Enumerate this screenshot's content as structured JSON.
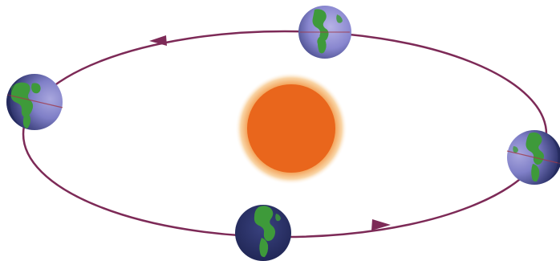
{
  "diagram": {
    "subject": "earth-orbit-around-sun",
    "colors": {
      "background": "#ffffff",
      "orbit": "#7d2a57",
      "sun_core": "#e8691d",
      "sun_glow": "#f7c98f",
      "ocean_dark": "#22285c",
      "ocean_light": "#7f7fc7",
      "land": "#3e9a3a",
      "axis": "#a03a4a"
    },
    "icons": {
      "sun": "sun-icon",
      "earth": "earth-globe-icon",
      "direction": "orbit-direction-arrow-icon"
    },
    "orbit_direction": "counter-clockwise",
    "earth_positions": [
      "top",
      "left",
      "bottom",
      "right"
    ]
  }
}
